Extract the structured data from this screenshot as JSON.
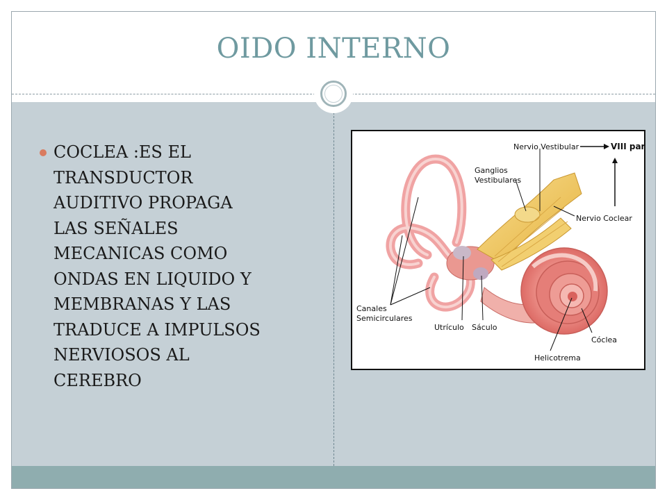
{
  "slide": {
    "title": "OIDO INTERNO",
    "bullets": [
      "COCLEA :ES EL\nTRANSDUCTOR\nAUDITIVO PROPAGA\nLAS SEÑALES\nMECANICAS COMO\nONDAS EN LIQUIDO Y\nMEMBRANAS Y LAS\nTRADUCE A IMPULSOS\nNERVIOSOS AL\nCEREBRO"
    ]
  },
  "diagram": {
    "labels": {
      "nervio_vestibular": "Nervio Vestibular",
      "viii_par": "VIII par",
      "ganglios_1": "Ganglios",
      "ganglios_2": "Vestibulares",
      "nervio_coclear": "Nervio Coclear",
      "canales_1": "Canales",
      "canales_2": "Semicirculares",
      "utriculo": "Utrículo",
      "saculo": "Sáculo",
      "coclea": "Cóclea",
      "helicotrema": "Helicotrema"
    }
  },
  "colors": {
    "title": "#6f9aa0",
    "content_bg": "#c5d0d6",
    "bottom_band": "#8fadaf",
    "bullet": "#d97b5f",
    "canal": "#f2a6a6",
    "cochlea": "#e9857f",
    "nerve": "#f0c95a"
  }
}
